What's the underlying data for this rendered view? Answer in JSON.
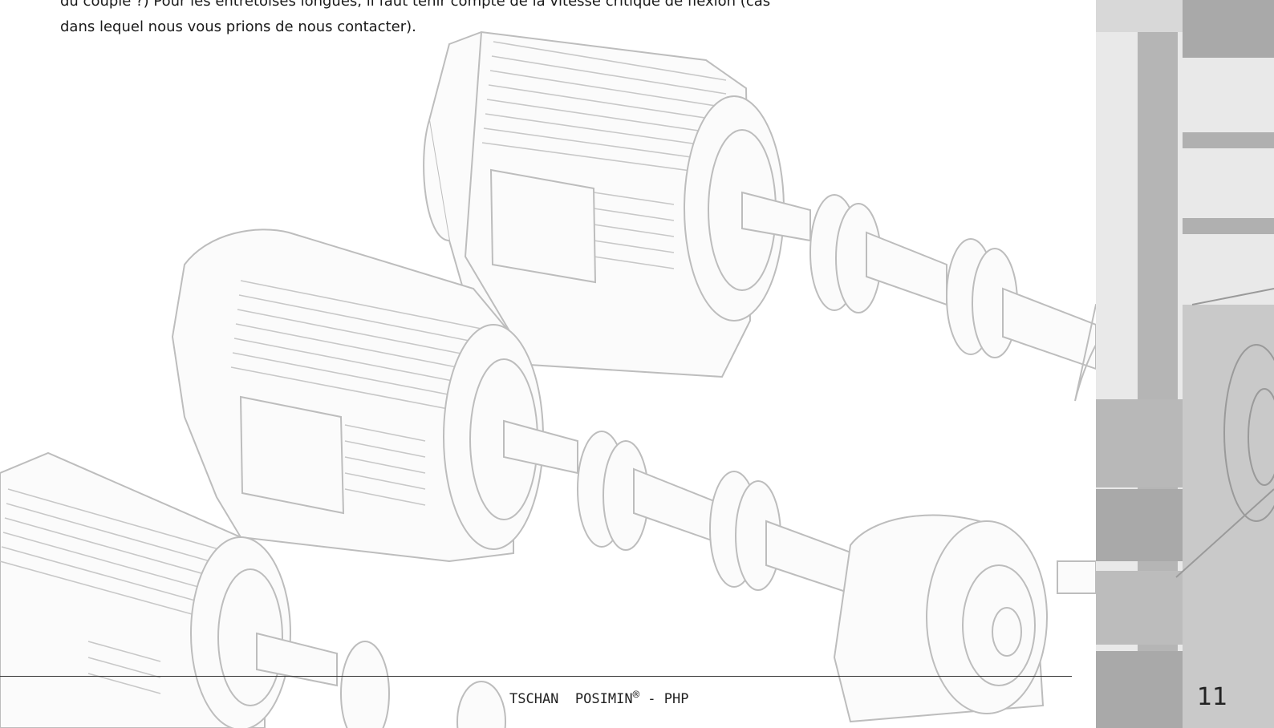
{
  "document": {
    "text_lines": [
      "du couple ?) Pour les entretoises longues, il faut tenir compte de la vitesse critique de flexion (cas",
      "dans lequel nous vous prions de nous contacter)."
    ],
    "illustration": "motor-shaft-coupling-illustration"
  },
  "footer": {
    "brand_tschan": "TSCHAN",
    "brand_posimin": "POSIMIN",
    "registered_mark": "®",
    "brand_suffix": "- PHP",
    "page_number": "11"
  },
  "colors": {
    "drawing_line": "#b9b9b9",
    "drawing_fill": "#fbfbfb",
    "sidebar_dark": "#a9a9a9",
    "sidebar_light": "#dcdcdc",
    "text": "#1a1a1a"
  }
}
